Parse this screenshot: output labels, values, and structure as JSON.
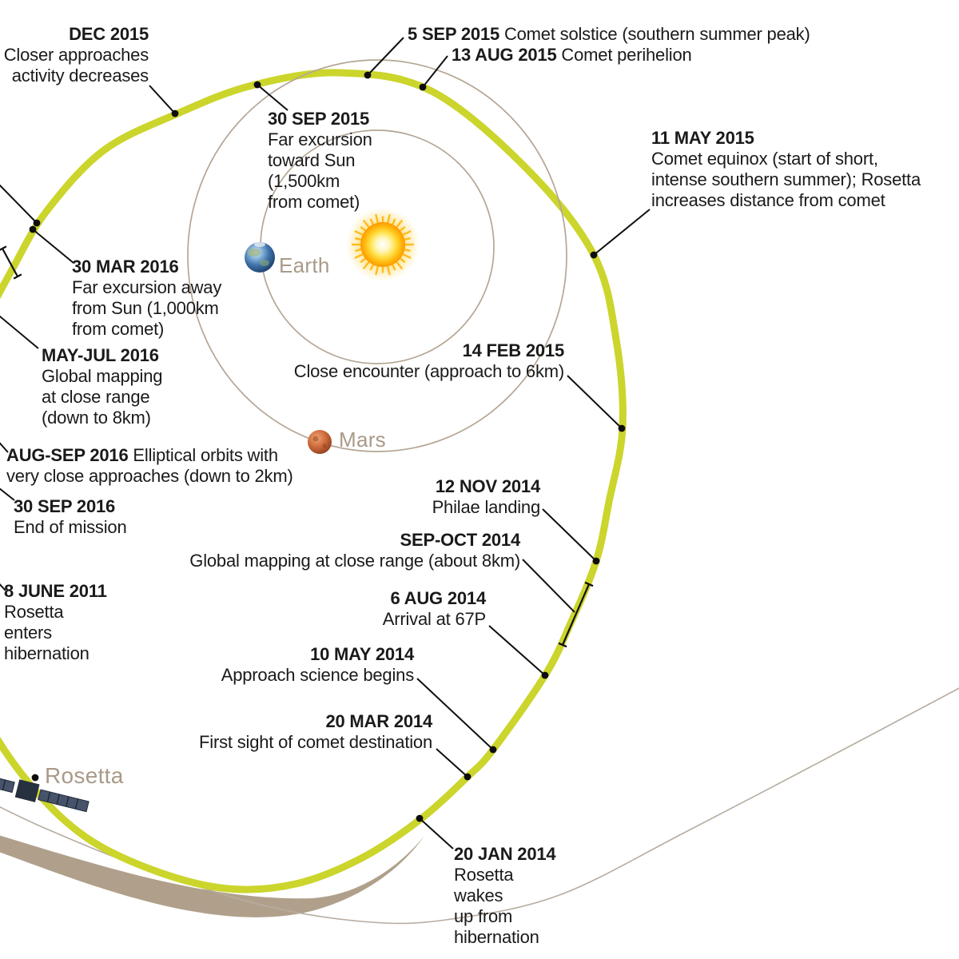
{
  "colors": {
    "trajectory_yellow": "#cbd52c",
    "orbit_tan": "#b5a695",
    "comet_arc_tan": "#b7aca0",
    "thick_tan": "#b0a08b",
    "planet_label_tan": "#a99a88",
    "text_black": "#1a1a1a",
    "callout_black": "#101010"
  },
  "planet_labels": {
    "earth": "Earth",
    "mars": "Mars",
    "rosetta": "Rosetta"
  },
  "annotations": [
    {
      "id": "dec-2015",
      "date": "DEC 2015",
      "text": "\nCloser approaches\nactivity decreases"
    },
    {
      "id": "sep5-2015",
      "date": "5 SEP 2015",
      "text": " Comet solstice (southern summer peak)"
    },
    {
      "id": "aug13-2015",
      "date": "13 AUG 2015",
      "text": " Comet perihelion"
    },
    {
      "id": "sep30-2015",
      "date": "30 SEP 2015",
      "text": "\nFar excursion\ntoward Sun\n(1,500km\nfrom comet)"
    },
    {
      "id": "may11-2015",
      "date": "11 MAY 2015",
      "text": "\nComet equinox (start of short,\nintense southern summer); Rosetta\nincreases distance from comet"
    },
    {
      "id": "mar30-2016",
      "date": "30 MAR 2016",
      "text": "\nFar excursion away\nfrom Sun (1,000km\nfrom comet)"
    },
    {
      "id": "mayjul-2016",
      "date": "MAY-JUL 2016",
      "text": "\nGlobal mapping\nat close range\n(down to 8km)"
    },
    {
      "id": "feb14-2015",
      "date": "14 FEB 2015",
      "text": "\nClose encounter (approach to 6km)"
    },
    {
      "id": "augsep-2016",
      "date": "AUG-SEP 2016",
      "text": " Elliptical orbits with\nvery close approaches (down to 2km)"
    },
    {
      "id": "sep30-2016",
      "date": "30 SEP 2016",
      "text": "\nEnd of mission"
    },
    {
      "id": "nov12-2014",
      "date": "12 NOV 2014",
      "text": "\nPhilae landing"
    },
    {
      "id": "sepoct-2014",
      "date": "SEP-OCT 2014",
      "text": "\nGlobal mapping at close range (about 8km)"
    },
    {
      "id": "june8-2011",
      "date": "8 JUNE 2011",
      "text": "\nRosetta\nenters\nhibernation"
    },
    {
      "id": "aug6-2014",
      "date": "6 AUG 2014",
      "text": "\nArrival at 67P"
    },
    {
      "id": "may10-2014",
      "date": "10 MAY 2014",
      "text": "\nApproach science begins"
    },
    {
      "id": "mar20-2014",
      "date": "20 MAR 2014",
      "text": "\nFirst sight of comet destination"
    },
    {
      "id": "jan20-2014",
      "date": "20 JAN 2014",
      "text": "\nRosetta\nwakes\nup from\nhibernation"
    }
  ]
}
